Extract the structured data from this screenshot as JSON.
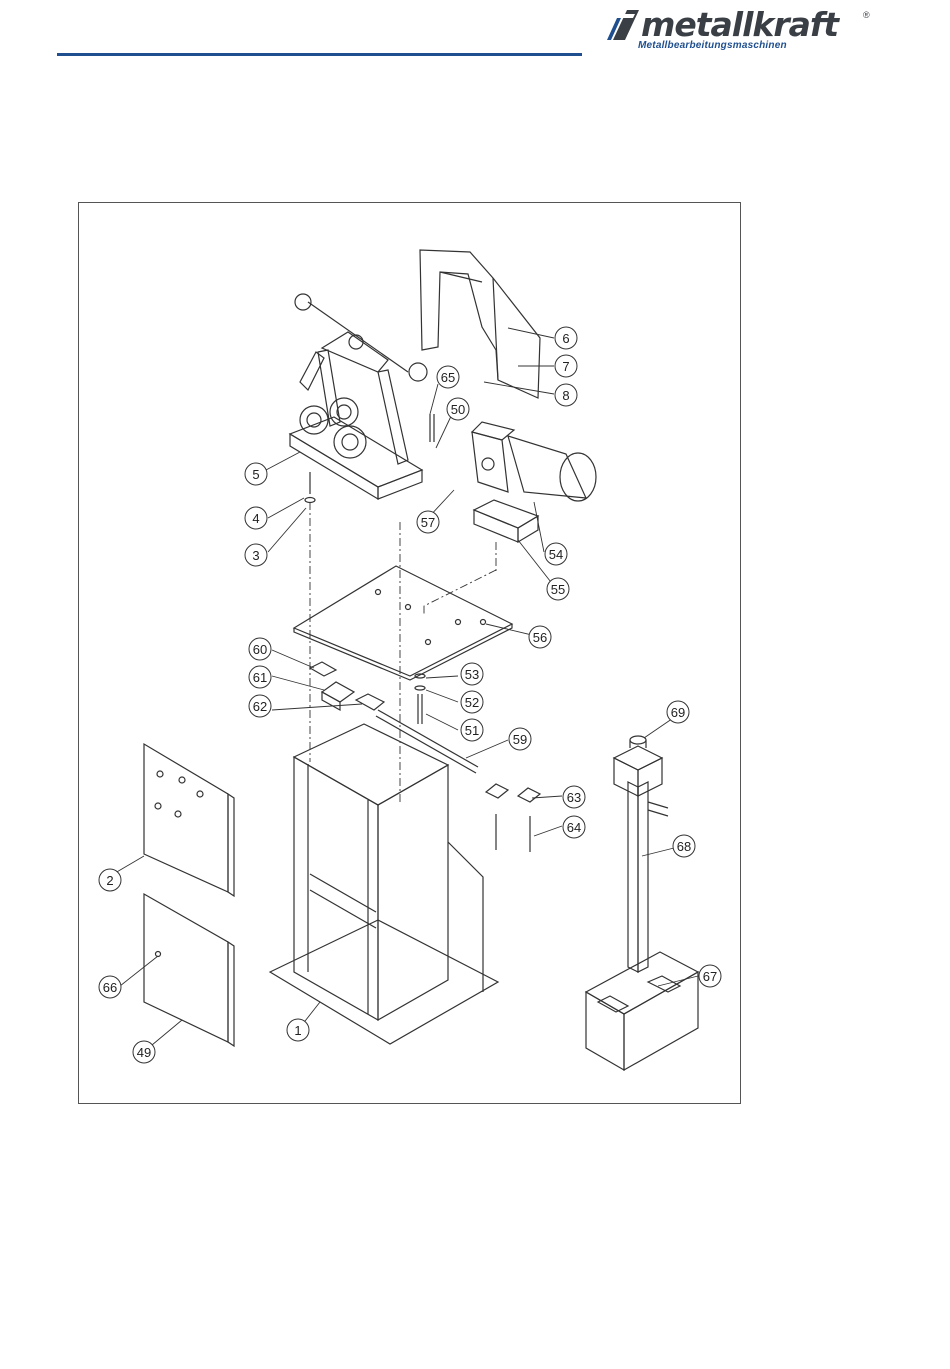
{
  "header": {
    "brand": "metallkraft",
    "brand_mark": "®",
    "tagline": "Metallbearbeitungsmaschinen",
    "accent_color": "#1f4f8f"
  },
  "diagram": {
    "callouts": [
      {
        "id": "c1",
        "label": "1"
      },
      {
        "id": "c2",
        "label": "2"
      },
      {
        "id": "c3",
        "label": "3"
      },
      {
        "id": "c4",
        "label": "4"
      },
      {
        "id": "c5",
        "label": "5"
      },
      {
        "id": "c6",
        "label": "6"
      },
      {
        "id": "c7",
        "label": "7"
      },
      {
        "id": "c8",
        "label": "8"
      },
      {
        "id": "c49",
        "label": "49"
      },
      {
        "id": "c50",
        "label": "50"
      },
      {
        "id": "c51",
        "label": "51"
      },
      {
        "id": "c52",
        "label": "52"
      },
      {
        "id": "c53",
        "label": "53"
      },
      {
        "id": "c54",
        "label": "54"
      },
      {
        "id": "c55",
        "label": "55"
      },
      {
        "id": "c56",
        "label": "56"
      },
      {
        "id": "c57",
        "label": "57"
      },
      {
        "id": "c59",
        "label": "59"
      },
      {
        "id": "c60",
        "label": "60"
      },
      {
        "id": "c61",
        "label": "61"
      },
      {
        "id": "c62",
        "label": "62"
      },
      {
        "id": "c63",
        "label": "63"
      },
      {
        "id": "c64",
        "label": "64"
      },
      {
        "id": "c65",
        "label": "65"
      },
      {
        "id": "c66",
        "label": "66"
      },
      {
        "id": "c67",
        "label": "67"
      },
      {
        "id": "c68",
        "label": "68"
      },
      {
        "id": "c69",
        "label": "69"
      }
    ]
  }
}
